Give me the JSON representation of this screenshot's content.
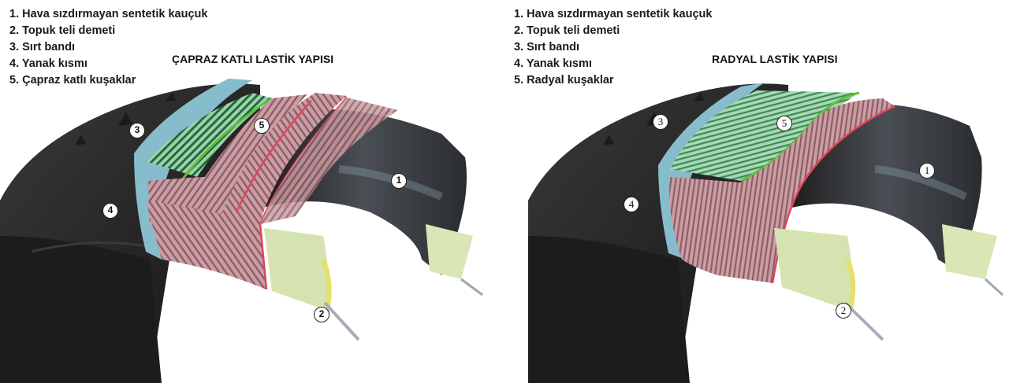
{
  "panels": [
    {
      "id": "bias",
      "title": "ÇAPRAZ KATLI LASTİK YAPISI",
      "legend": [
        "1. Hava sızdırmayan sentetik kauçuk",
        "2. Topuk teli demeti",
        "3. Sırt bandı",
        "4. Yanak kısmı",
        "5. Çapraz katlı kuşaklar"
      ],
      "markers": [
        "1",
        "2",
        "3",
        "4",
        "5"
      ]
    },
    {
      "id": "radial",
      "title": "RADYAL LASTİK YAPISI",
      "legend": [
        "1. Hava sızdırmayan sentetik kauçuk",
        "2. Topuk teli demeti",
        "3. Sırt bandı",
        "4. Yanak kısmı",
        "5. Radyal kuşaklar"
      ],
      "markers": [
        "1",
        "2",
        "3",
        "4",
        "5"
      ]
    }
  ],
  "colors": {
    "rubber": "#2a2a2a",
    "tread_band": "#7fb9c6",
    "cord_layer": "#c79aa0",
    "belt_green": "#2e8b57",
    "bead_strip": "#d6e4b0",
    "edge_red": "#e0455a",
    "edge_green": "#5cbf3a"
  }
}
